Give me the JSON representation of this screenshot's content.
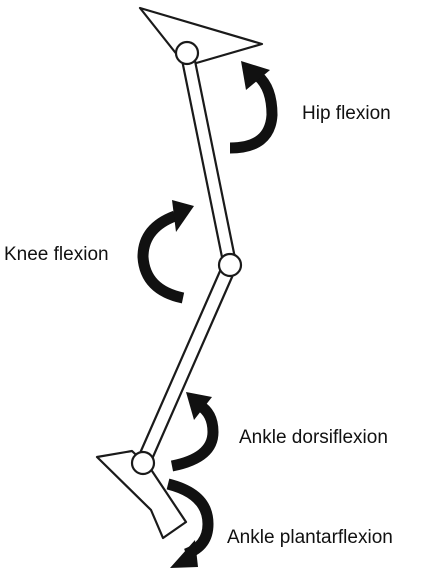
{
  "labels": {
    "hip": "Hip flexion",
    "knee": "Knee flexion",
    "ankle_dorsi": "Ankle dorsiflexion",
    "ankle_plantar": "Ankle plantarflexion"
  },
  "colors": {
    "arrow": "#111111",
    "outline": "#1a1a1a",
    "fill": "#ffffff"
  }
}
